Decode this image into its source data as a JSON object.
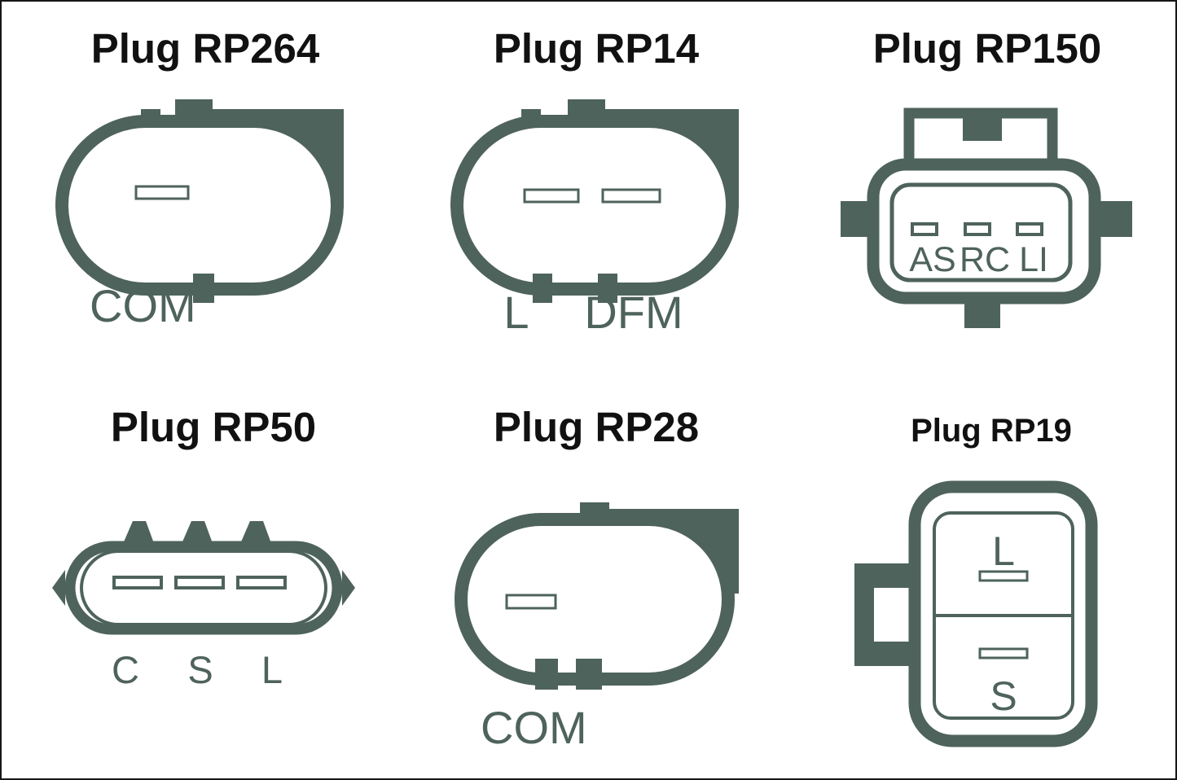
{
  "colors": {
    "connector": "#4e635b",
    "title": "#111111",
    "background": "#ffffff"
  },
  "plugs": {
    "rp264": {
      "title": "Plug RP264",
      "pin_labels": [
        "COM"
      ]
    },
    "rp14": {
      "title": "Plug RP14",
      "pin_labels": [
        "L",
        "DFM"
      ]
    },
    "rp150": {
      "title": "Plug RP150",
      "pin_labels": [
        "AS",
        "RC",
        "LI"
      ]
    },
    "rp50": {
      "title": "Plug RP50",
      "pin_labels": [
        "C",
        "S",
        "L"
      ]
    },
    "rp28": {
      "title": "Plug RP28",
      "pin_labels": [
        "COM"
      ]
    },
    "rp19": {
      "title": "Plug RP19",
      "pin_labels": [
        "L",
        "S"
      ]
    }
  }
}
